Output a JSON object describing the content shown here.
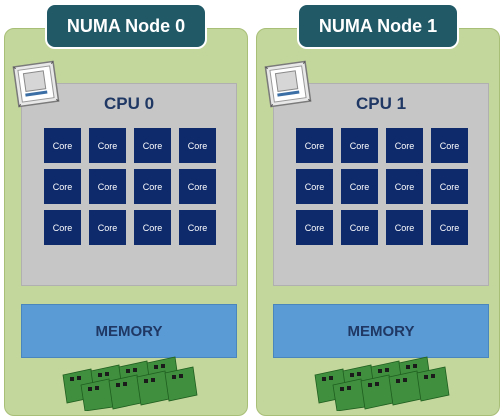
{
  "nodes": [
    {
      "title": "NUMA Node 0",
      "cpu_label": "CPU 0",
      "cores": [
        "Core",
        "Core",
        "Core",
        "Core",
        "Core",
        "Core",
        "Core",
        "Core",
        "Core",
        "Core",
        "Core",
        "Core"
      ],
      "memory_label": "MEMORY"
    },
    {
      "title": "NUMA Node 1",
      "cpu_label": "CPU 1",
      "cores": [
        "Core",
        "Core",
        "Core",
        "Core",
        "Core",
        "Core",
        "Core",
        "Core",
        "Core",
        "Core",
        "Core",
        "Core"
      ],
      "memory_label": "MEMORY"
    }
  ],
  "icons": {
    "cpu": "cpu-chip-icon",
    "memory": "memory-module-icon"
  },
  "colors": {
    "node_background": "#c3d69b",
    "title_background": "#215967",
    "cpu_area": "#c6c6c6",
    "core": "#0e2a6b",
    "memory_area": "#5b9bd5",
    "label_text": "#1f3864"
  }
}
